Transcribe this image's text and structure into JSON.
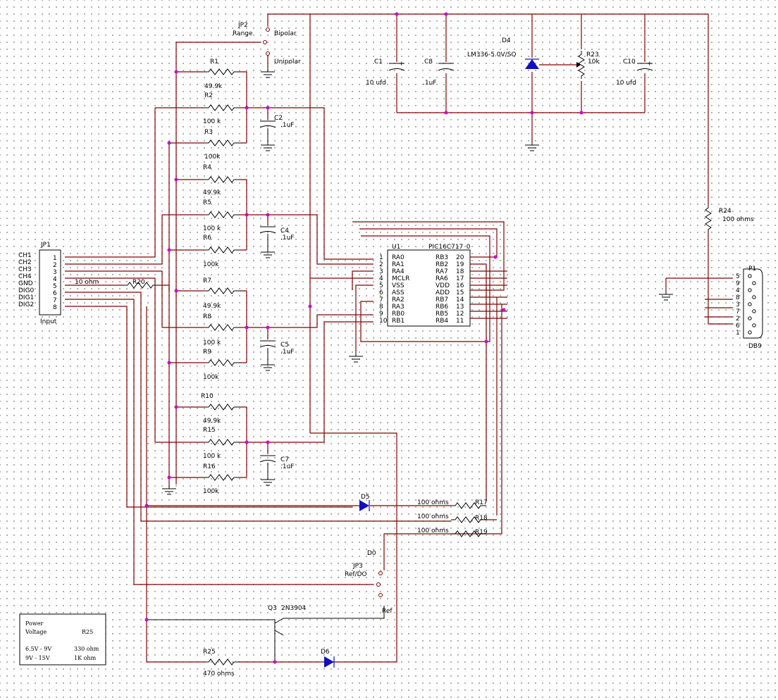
{
  "power": {
    "jp2": {
      "ref": "JP2",
      "name": "Range",
      "opt1": "Bipolar",
      "opt3": "Unipolar"
    },
    "c1": {
      "ref": "C1",
      "value": "10 ufd"
    },
    "c8": {
      "ref": "C8",
      "value": ".1uF"
    },
    "d4": {
      "ref": "D4",
      "value": "LM336-5.0V/SO"
    },
    "r23": {
      "ref": "R23",
      "value": "10k"
    },
    "c10": {
      "ref": "C10",
      "value": "10 ufd"
    },
    "r24": {
      "ref": "R24",
      "value": "100 ohms"
    }
  },
  "resistors": [
    {
      "ref": "R1",
      "value": "49.9k"
    },
    {
      "ref": "R2",
      "value": "100 k"
    },
    {
      "ref": "R3",
      "value": "100k"
    },
    {
      "ref": "R4",
      "value": "49.9k"
    },
    {
      "ref": "R5",
      "value": "100 k"
    },
    {
      "ref": "R6",
      "value": "100k"
    },
    {
      "ref": "R7",
      "value": "49.9k"
    },
    {
      "ref": "R8",
      "value": "100 k"
    },
    {
      "ref": "R9",
      "value": "100k"
    },
    {
      "ref": "R10",
      "value": "49.9k"
    },
    {
      "ref": "R15",
      "value": "100 k"
    },
    {
      "ref": "R16",
      "value": "100k"
    }
  ],
  "caps": [
    {
      "ref": "C2",
      "value": ".1uF"
    },
    {
      "ref": "C4",
      "value": ".1uF"
    },
    {
      "ref": "C5",
      "value": ".1uF"
    },
    {
      "ref": "C7",
      "value": ".1uF"
    }
  ],
  "jp1": {
    "ref": "JP1",
    "footer": "Input",
    "signals": [
      "CH1",
      "CH2",
      "CH3",
      "CH4",
      "GND",
      "DIG0",
      "DIG1",
      "DIG2"
    ],
    "pins": [
      "1",
      "2",
      "3",
      "4",
      "5",
      "6",
      "7",
      "8"
    ]
  },
  "r20": {
    "ref": "R20",
    "value": "10 ohm"
  },
  "mcu": {
    "ref": "U1",
    "part": "PIC16C717_0",
    "left": [
      {
        "num": "1",
        "name": "RA0"
      },
      {
        "num": "2",
        "name": "RA1"
      },
      {
        "num": "3",
        "name": "RA4"
      },
      {
        "num": "4",
        "name": "MCLR"
      },
      {
        "num": "5",
        "name": "VSS"
      },
      {
        "num": "6",
        "name": "ASS"
      },
      {
        "num": "7",
        "name": "RA2"
      },
      {
        "num": "8",
        "name": "RA3"
      },
      {
        "num": "9",
        "name": "RB0"
      },
      {
        "num": "10",
        "name": "RB1"
      }
    ],
    "right": [
      {
        "num": "20",
        "name": "RB3"
      },
      {
        "num": "19",
        "name": "RB2"
      },
      {
        "num": "18",
        "name": "RA7"
      },
      {
        "num": "17",
        "name": "RA6"
      },
      {
        "num": "16",
        "name": "VDD"
      },
      {
        "num": "15",
        "name": "ADD"
      },
      {
        "num": "14",
        "name": "RB7"
      },
      {
        "num": "13",
        "name": "RB6"
      },
      {
        "num": "12",
        "name": "RB5"
      },
      {
        "num": "11",
        "name": "RB4"
      }
    ]
  },
  "db9": {
    "ref": "P1",
    "footer": "DB9",
    "pins": [
      "5",
      "9",
      "4",
      "8",
      "3",
      "7",
      "2",
      "6",
      "1"
    ]
  },
  "out": {
    "d5": "D5",
    "r17": {
      "ref": "R17",
      "value": "100 ohms"
    },
    "r18": {
      "ref": "R18",
      "value": "100 ohms"
    },
    "r19": {
      "ref": "R19",
      "value": "100 ohms"
    },
    "d0": "D0",
    "jp3": {
      "ref": "JP3",
      "name": "Ref/DO",
      "opt3": "Ref"
    },
    "q3": {
      "ref": "Q3",
      "part": "2N3904"
    },
    "r25": {
      "ref": "R25",
      "value": "470 ohms"
    },
    "d6": "D6"
  },
  "table": {
    "h1": "Power",
    "h2": "Voltage",
    "h3": "R25",
    "rows": [
      {
        "v": "6.5V - 9V",
        "r": "330 ohm"
      },
      {
        "v": "9V - 15V",
        "r": "1K ohm"
      }
    ]
  },
  "colors": {
    "wire": "#800000",
    "part": "#000000",
    "node": "#d000d0",
    "diode": "#1010c0"
  }
}
